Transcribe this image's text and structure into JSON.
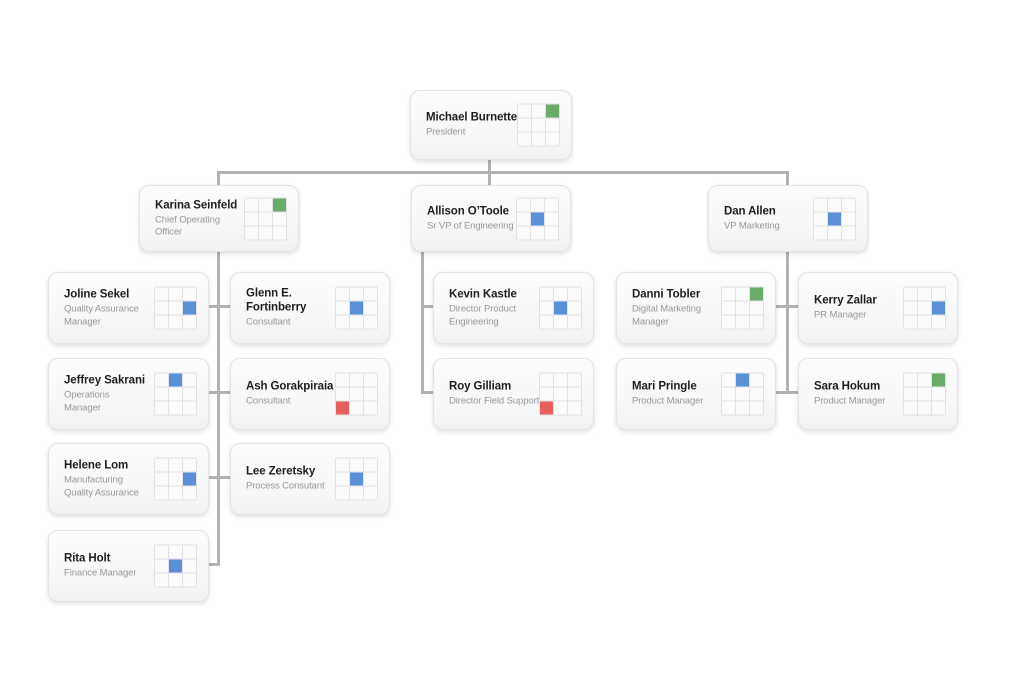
{
  "colors": {
    "green": "#6aab68",
    "blue": "#5b90d6",
    "red": "#e4625e",
    "line": "#b2b2b2"
  },
  "cards": [
    {
      "name": "Michael Burnette",
      "title": "President",
      "marker": {
        "color": "green",
        "row": 1,
        "col": 3
      }
    },
    {
      "name": "Karina Seinfeld",
      "title": "Chief Operating\nOfficer",
      "marker": {
        "color": "green",
        "row": 1,
        "col": 3
      }
    },
    {
      "name": "Allison O’Toole",
      "title": "Sr VP of Engineering",
      "marker": {
        "color": "blue",
        "row": 2,
        "col": 2
      }
    },
    {
      "name": "Dan Allen",
      "title": "VP Marketing",
      "marker": {
        "color": "blue",
        "row": 2,
        "col": 2
      }
    },
    {
      "name": "Joline Sekel",
      "title": "Quality Assurance\nManager",
      "marker": {
        "color": "blue",
        "row": 2,
        "col": 3
      }
    },
    {
      "name": "Glenn E.\nFortinberry",
      "title": "Consultant",
      "marker": {
        "color": "blue",
        "row": 2,
        "col": 2
      }
    },
    {
      "name": "Jeffrey Sakrani",
      "title": "Operations\nManager",
      "marker": {
        "color": "blue",
        "row": 1,
        "col": 2
      }
    },
    {
      "name": "Ash Gorakpiraia",
      "title": "Consultant",
      "marker": {
        "color": "red",
        "row": 3,
        "col": 1
      }
    },
    {
      "name": "Helene Lom",
      "title": "Manufacturing\nQuality Assurance",
      "marker": {
        "color": "blue",
        "row": 2,
        "col": 3
      }
    },
    {
      "name": "Lee Zeretsky",
      "title": "Process Consutant",
      "marker": {
        "color": "blue",
        "row": 2,
        "col": 2
      }
    },
    {
      "name": "Rita Holt",
      "title": "Finance Manager",
      "marker": {
        "color": "blue",
        "row": 2,
        "col": 2
      }
    },
    {
      "name": "Kevin Kastle",
      "title": "Director Product\nEngineering",
      "marker": {
        "color": "blue",
        "row": 2,
        "col": 2
      }
    },
    {
      "name": "Roy Gilliam",
      "title": "Director Field Support",
      "marker": {
        "color": "red",
        "row": 3,
        "col": 1
      }
    },
    {
      "name": "Danni Tobler",
      "title": "Digital Marketing\nManager",
      "marker": {
        "color": "green",
        "row": 1,
        "col": 3
      }
    },
    {
      "name": "Mari Pringle",
      "title": "Product Manager",
      "marker": {
        "color": "blue",
        "row": 1,
        "col": 2
      }
    },
    {
      "name": "Kerry Zallar",
      "title": "PR Manager",
      "marker": {
        "color": "blue",
        "row": 2,
        "col": 3
      }
    },
    {
      "name": "Sara Hokum",
      "title": "Product Manager",
      "marker": {
        "color": "green",
        "row": 1,
        "col": 3
      }
    }
  ]
}
